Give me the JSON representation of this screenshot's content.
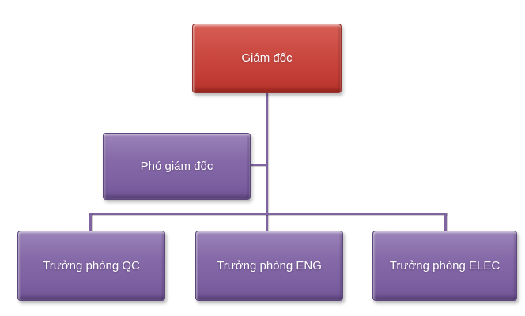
{
  "org_chart": {
    "type": "organization-chart",
    "background_color": "#ffffff",
    "text_color": "#ffffff",
    "connector_color": "#8064a2",
    "node_colors": {
      "director": "#c0504d",
      "manager": "#8064a2"
    },
    "nodes": [
      {
        "id": "giam-doc",
        "label": "Giám đốc",
        "role": "director",
        "level": 1,
        "color": "#c0504d"
      },
      {
        "id": "pho-giam-doc",
        "label": "Phó giám đốc",
        "role": "assistant",
        "level": 2,
        "color": "#8064a2"
      },
      {
        "id": "truong-phong-qc",
        "label": "Trưởng phòng QC",
        "role": "manager",
        "level": 3,
        "color": "#8064a2"
      },
      {
        "id": "truong-phong-eng",
        "label": "Trưởng phòng ENG",
        "role": "manager",
        "level": 3,
        "color": "#8064a2"
      },
      {
        "id": "truong-phong-elec",
        "label": "Trưởng phòng ELEC",
        "role": "manager",
        "level": 3,
        "color": "#8064a2"
      }
    ],
    "edges": [
      {
        "from": "giam-doc",
        "to": "pho-giam-doc"
      },
      {
        "from": "giam-doc",
        "to": "truong-phong-qc"
      },
      {
        "from": "giam-doc",
        "to": "truong-phong-eng"
      },
      {
        "from": "giam-doc",
        "to": "truong-phong-elec"
      }
    ]
  }
}
